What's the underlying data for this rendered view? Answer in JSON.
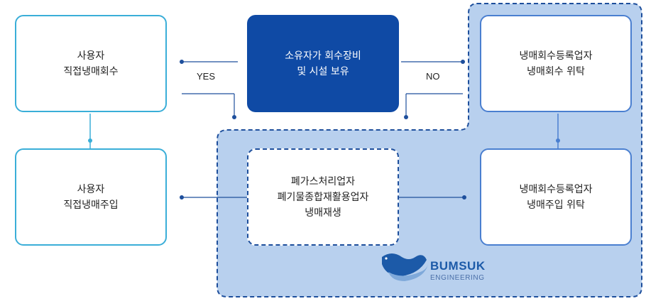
{
  "nodes": {
    "user_recovery": [
      "사용자",
      "직접냉매회수"
    ],
    "owner_question": [
      "소유자가 회수장비",
      "및 시설 보유"
    ],
    "consign_recovery": [
      "냉매회수등록업자",
      "냉매회수 위탁"
    ],
    "user_injection": [
      "사용자",
      "직접냉매주입"
    ],
    "recycler": [
      "폐가스처리업자",
      "폐기물종합재활용업자",
      "냉매재생"
    ],
    "consign_injection": [
      "냉매회수등록업자",
      "냉매주입 위탁"
    ]
  },
  "edges": {
    "yes_label": "YES",
    "no_label": "NO"
  },
  "logo": {
    "name": "BUMSUK",
    "sub": "ENGINEERING"
  },
  "colors": {
    "dark_blue": "#0f4aa5",
    "light_blue_region": "#b8d0ee",
    "cyan": "#3aaed8",
    "navy": "#1e4f9c"
  }
}
